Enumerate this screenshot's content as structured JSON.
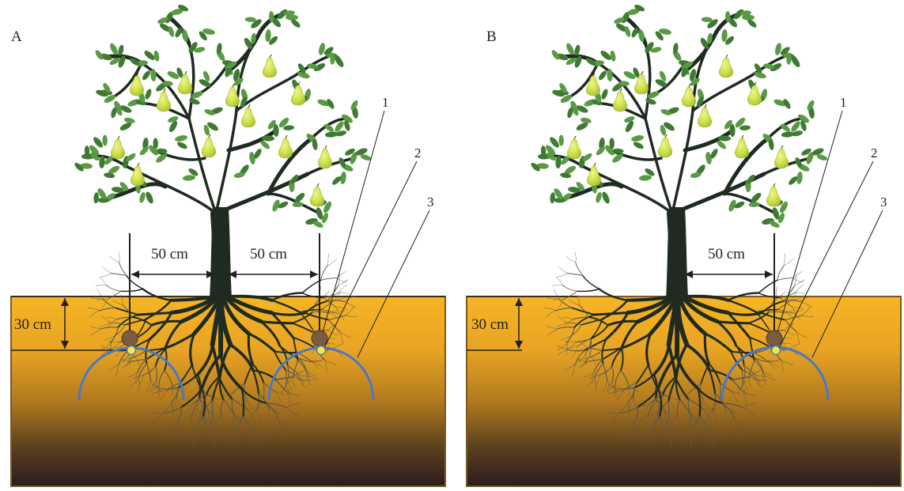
{
  "panels": [
    {
      "id": "A",
      "label": "A",
      "dim_left": "50 cm",
      "dim_right": "50 cm",
      "depth": "30 cm",
      "callouts": [
        "1",
        "2",
        "3"
      ]
    },
    {
      "id": "B",
      "label": "B",
      "dim_right": "50 cm",
      "depth": "30 cm",
      "callouts": [
        "1",
        "2",
        "3"
      ]
    }
  ],
  "colors": {
    "soil_top": "#f6b525",
    "soil_mid": "#c98a1e",
    "soil_bottom": "#2b1d1e",
    "soil_border": "#7a5a22",
    "trunk": "#1f2b21",
    "leaf": "#5a9a45",
    "leaf_dark": "#3f7a33",
    "pear": "#cfe04a",
    "tube": "#4a78c4",
    "sensor": "#7a5c42",
    "emitter": "#f2ea3a",
    "line": "#231f20"
  },
  "icons": [
    "pear-tree-icon",
    "roots-icon",
    "soil-sensor-icon",
    "drip-emitter-icon"
  ]
}
